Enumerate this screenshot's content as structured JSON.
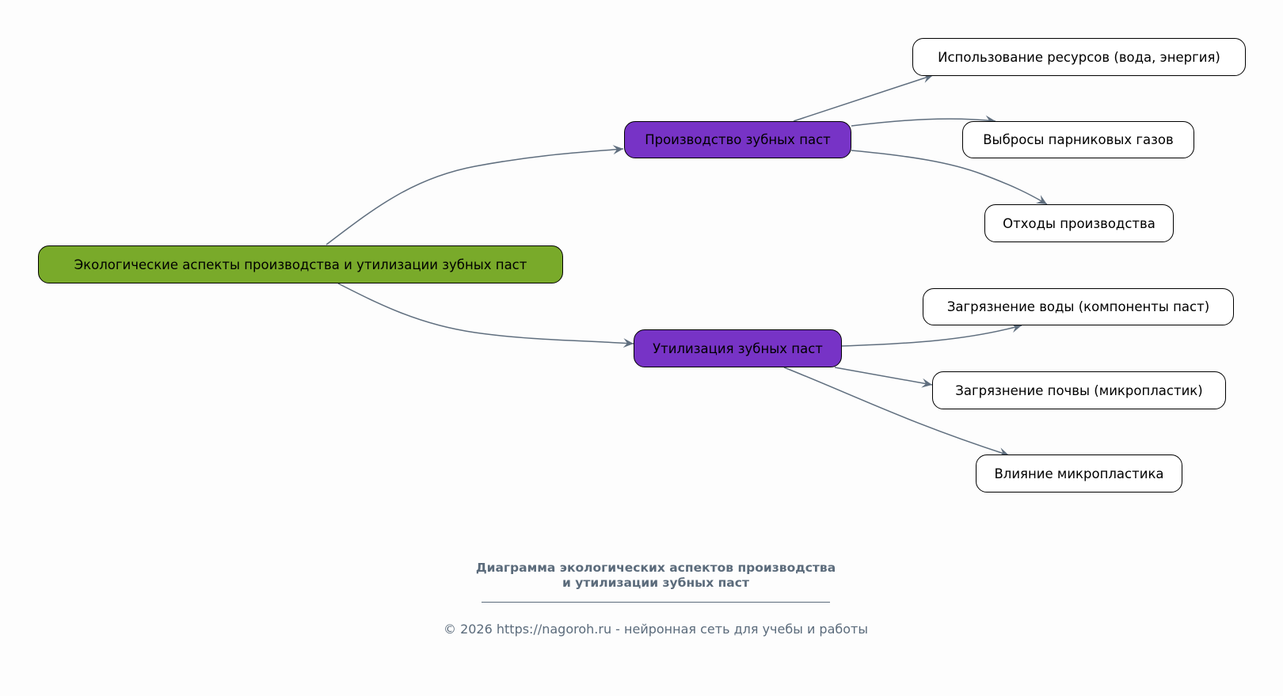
{
  "diagram": {
    "root": "Экологические аспекты производства и утилизации зубных паст",
    "branches": [
      {
        "label": "Производство зубных паст",
        "children": [
          "Использование ресурсов (вода, энергия)",
          "Выбросы парниковых газов",
          "Отходы производства"
        ]
      },
      {
        "label": "Утилизация зубных паст",
        "children": [
          "Загрязнение воды (компоненты паст)",
          "Загрязнение почвы (микропластик)",
          "Влияние микропластика"
        ]
      }
    ]
  },
  "caption": {
    "line1": "Диаграмма экологических аспектов производства",
    "line2": "и утилизации зубных паст",
    "footer": "© 2026 https://nagoroh.ru - нейронная сеть для учебы и работы"
  },
  "colors": {
    "root": "#79aa2a",
    "branch": "#7733c6",
    "edge": "#5f6e7e",
    "leaf": "#ffffff"
  }
}
